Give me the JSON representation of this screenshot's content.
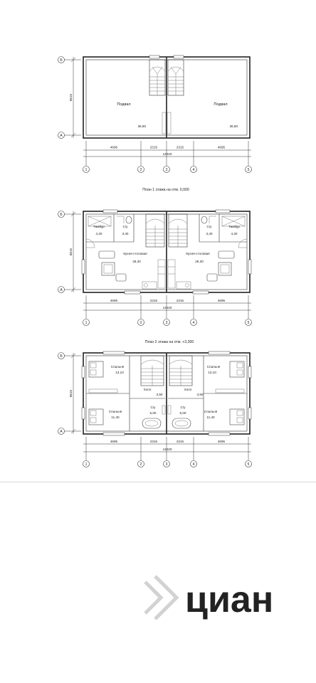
{
  "axes": {
    "letters": [
      "Б",
      "А"
    ],
    "numbers": [
      "1",
      "2",
      "3",
      "4",
      "5"
    ]
  },
  "dimensions": {
    "height": "6615",
    "seg1": "4695",
    "seg2": "2315",
    "seg3": "2315",
    "seg4": "4695",
    "total": "14020"
  },
  "titles": {
    "plan1": "План 1 этажа на отм. 0,000",
    "plan2": "План 2 этажа на отм. +3,300"
  },
  "basement": {
    "room_left": "Подвал",
    "room_right": "Подвал",
    "area_left": "36,80",
    "area_right": "36,80"
  },
  "floor1": {
    "vestibule": "Тамбур",
    "vestibule_area": "4,20",
    "wc": "С/у",
    "wc_area_left": "3,40",
    "wc_area_right": "3,40",
    "kitchen": "Кухня-столовая",
    "kitchen_area": "28,30"
  },
  "floor2": {
    "bedroom": "Спальня",
    "bedroom1_area": "13,10",
    "bedroom2_area": "11,40",
    "hall": "Холл",
    "hall_area": "3,50",
    "bath": "С/у",
    "bath_area": "5,00"
  },
  "watermark": {
    "text": "циан",
    "color": "#cfcfcf"
  },
  "colors": {
    "line": "#222222",
    "paper": "#ffffff"
  }
}
